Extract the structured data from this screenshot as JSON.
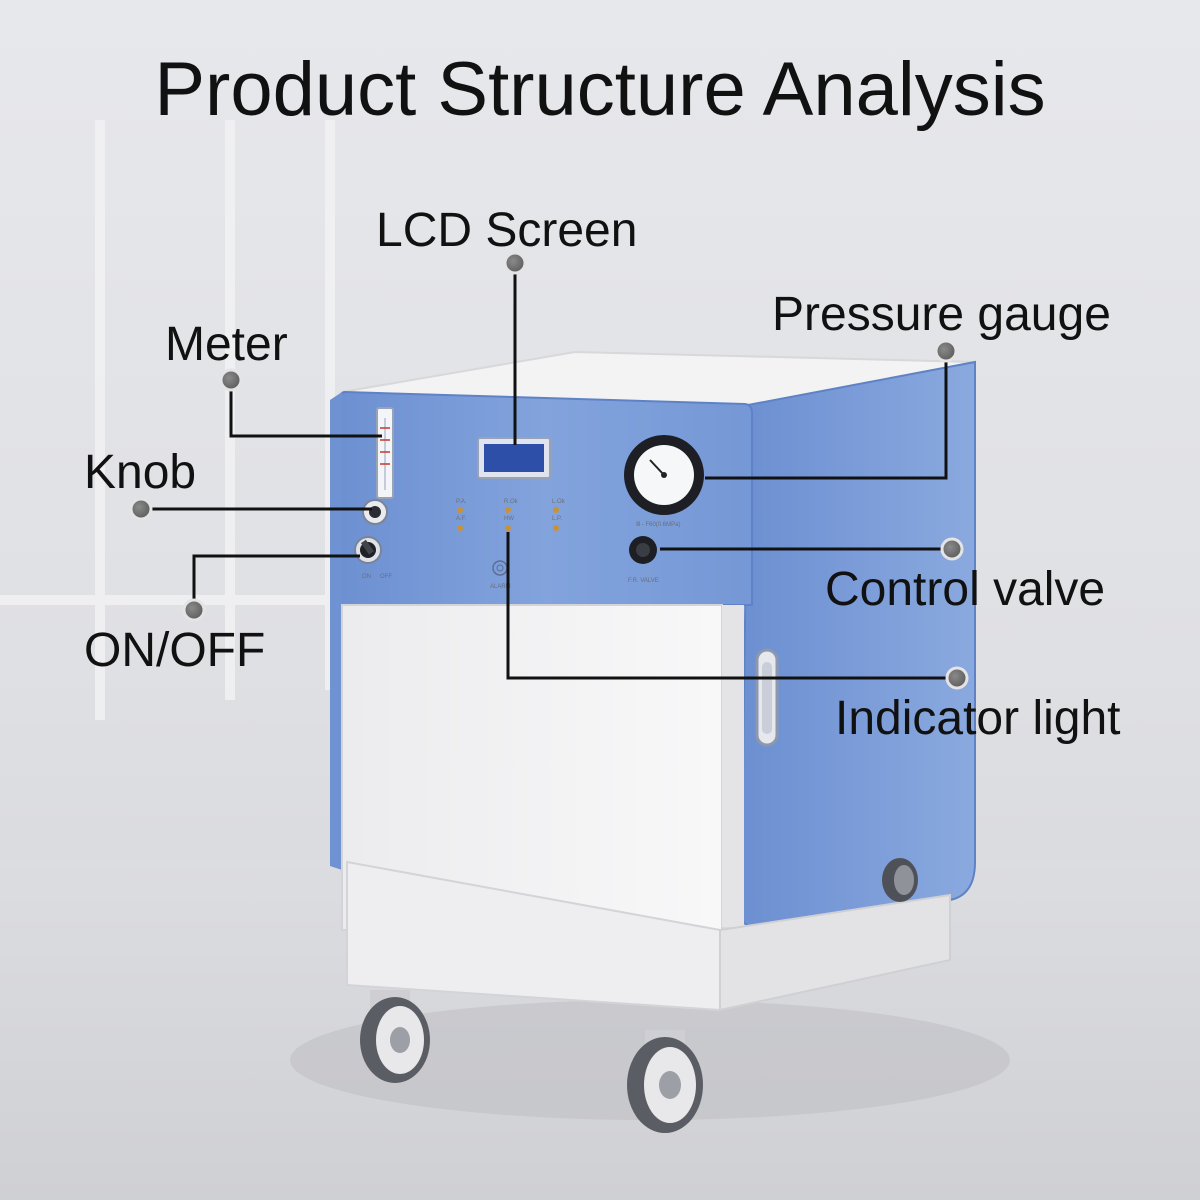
{
  "title": "Product Structure Analysis",
  "labels": {
    "lcd_screen": "LCD Screen",
    "meter": "Meter",
    "knob": "Knob",
    "on_off": "ON/OFF",
    "pressure_gauge": "Pressure gauge",
    "control_valve": "Control valve",
    "indicator_light": "Indicator light"
  },
  "panel_marks": {
    "col1": [
      "P.A.",
      "A.F."
    ],
    "col2": [
      "R.Ok",
      "HW"
    ],
    "col3": [
      "L.Ok",
      "L.P."
    ],
    "alarm": "ALARM",
    "gauge_caption": "Ⅲ - F60(0.6MPa)",
    "valve_caption": "F.R. VALVE",
    "switch_on": "ON",
    "switch_off": "OFF"
  },
  "colors": {
    "panel_blue": "#7e9fd9",
    "body_white": "#f2f2f3",
    "leader_line": "#111111",
    "marker_dot": "#6f6f6f",
    "lcd": "#2e4fa8"
  }
}
